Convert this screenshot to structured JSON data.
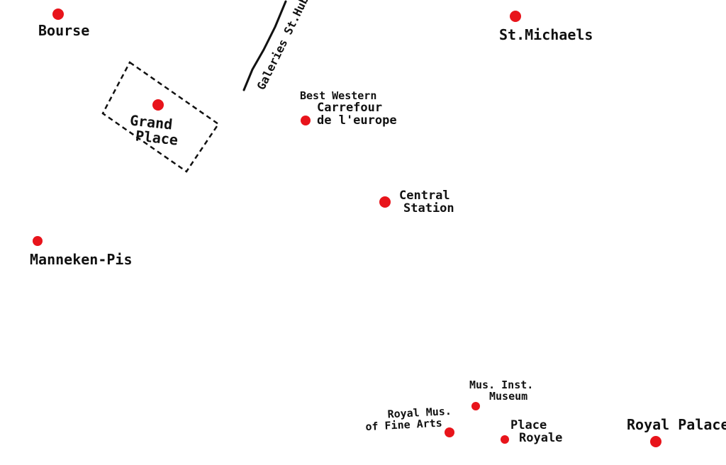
{
  "map": {
    "colors": {
      "marker": "#e8141b",
      "ink": "#111111",
      "paper": "#ffffff"
    },
    "places": {
      "bourse": "Bourse",
      "st_michaels": "St.Michaels",
      "grand_place_line1": "Grand",
      "grand_place_line2": "Place",
      "galeries": "Galeries St.Hubert",
      "best_western_line1": "Best Western",
      "best_western_line2": "Carrefour",
      "best_western_line3": "de l'europe",
      "central_station_line1": "Central",
      "central_station_line2": "Station",
      "manneken_pis": "Manneken-Pis",
      "mus_inst_line1": "Mus. Inst.",
      "mus_inst_line2": "Museum",
      "royal_mus_line1": "Royal Mus.",
      "royal_mus_line2": "of Fine Arts",
      "place_royale_line1": "Place",
      "place_royale_line2": "Royale",
      "royal_palace": "Royal Palace"
    }
  }
}
